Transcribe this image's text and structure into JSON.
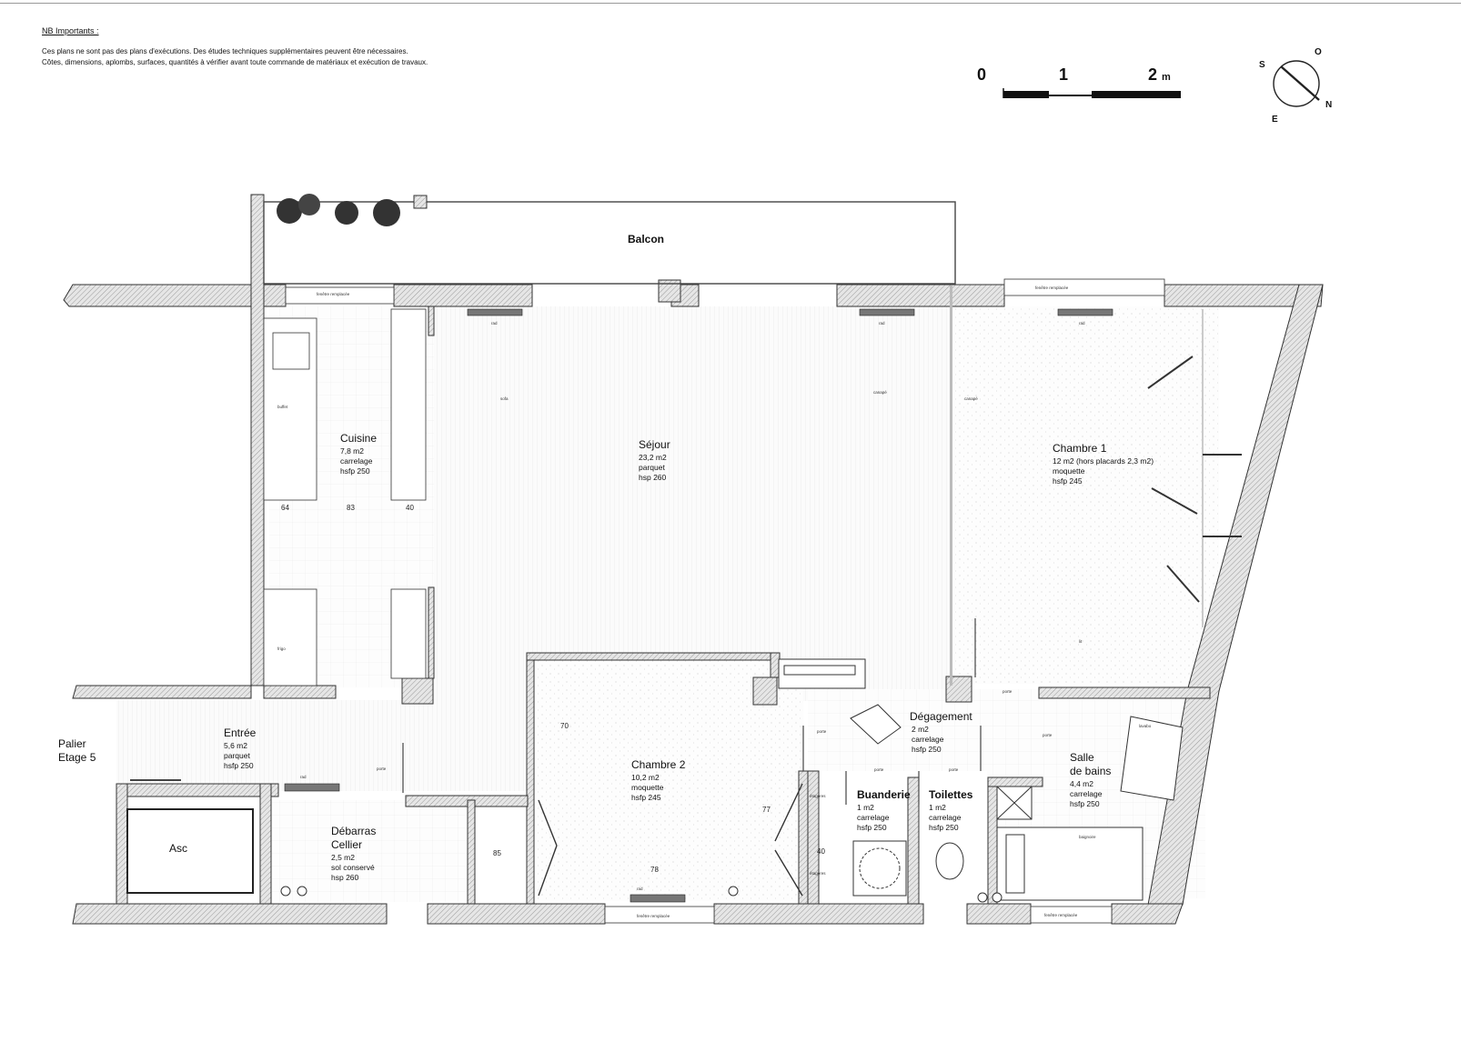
{
  "notes": {
    "title": "NB Importants :",
    "line1": "Ces plans ne sont pas des plans d'exécutions. Des études techniques supplémentaires peuvent être nécessaires.",
    "line2": "Côtes, dimensions, aplombs, surfaces, quantités à vérifier avant toute commande de matériaux et exécution de travaux."
  },
  "scale": {
    "t0": "0",
    "t1": "1",
    "t2": "2",
    "unit": "m"
  },
  "compass": {
    "s": "S",
    "o": "O",
    "e": "E",
    "n": "N"
  },
  "colors": {
    "wall": "#cfcfcf",
    "line": "#222222",
    "floor": "#f7f7f7"
  },
  "rooms": {
    "balcon": {
      "name": "Balcon"
    },
    "cuisine": {
      "name": "Cuisine",
      "area": "7,8 m2",
      "floor": "carrelage",
      "height": "hsfp 250"
    },
    "sejour": {
      "name": "Séjour",
      "area": "23,2 m2",
      "floor": "parquet",
      "height": "hsp 260"
    },
    "chambre1": {
      "name": "Chambre 1",
      "area": "12 m2 (hors placards 2,3 m2)",
      "floor": "moquette",
      "height": "hsfp 245"
    },
    "entree": {
      "name": "Entrée",
      "area": "5,6 m2",
      "floor": "parquet",
      "height": "hsfp 250"
    },
    "chambre2": {
      "name": "Chambre 2",
      "area": "10,2 m2",
      "floor": "moquette",
      "height": "hsfp 245"
    },
    "degagement": {
      "name": "Dégagement",
      "area": "2 m2",
      "floor": "carrelage",
      "height": "hsfp 250"
    },
    "sdb": {
      "name1": "Salle",
      "name2": "de bains",
      "area": "4,4 m2",
      "floor": "carrelage",
      "height": "hsfp 250"
    },
    "buanderie": {
      "name": "Buanderie",
      "area": "1 m2",
      "floor": "carrelage",
      "height": "hsfp 250"
    },
    "toilettes": {
      "name": "Toilettes",
      "area": "1 m2",
      "floor": "carrelage",
      "height": "hsfp 250"
    },
    "debarras": {
      "name1": "Débarras",
      "name2": "Cellier",
      "area": "2,5 m2",
      "floor": "sol conservé",
      "height": "hsp 260"
    },
    "asc": {
      "name": "Asc"
    },
    "palier": {
      "line1": "Palier",
      "line2": "Etage 5"
    }
  },
  "dims": {
    "d64": "64",
    "d83": "83",
    "d40": "40",
    "d70": "70",
    "d77": "77",
    "d85": "85",
    "d78": "78",
    "d40b": "40"
  },
  "labels": {
    "fenetre": "fenêtre remplacée",
    "sofa": "sofa",
    "canape": "canapé",
    "lit": "lit",
    "frigo": "frigo",
    "buffet": "buffet",
    "etageres": "étagères",
    "baignoire": "baignoire",
    "lavabo": "lavabo",
    "porte": "porte",
    "rad": "rad"
  }
}
